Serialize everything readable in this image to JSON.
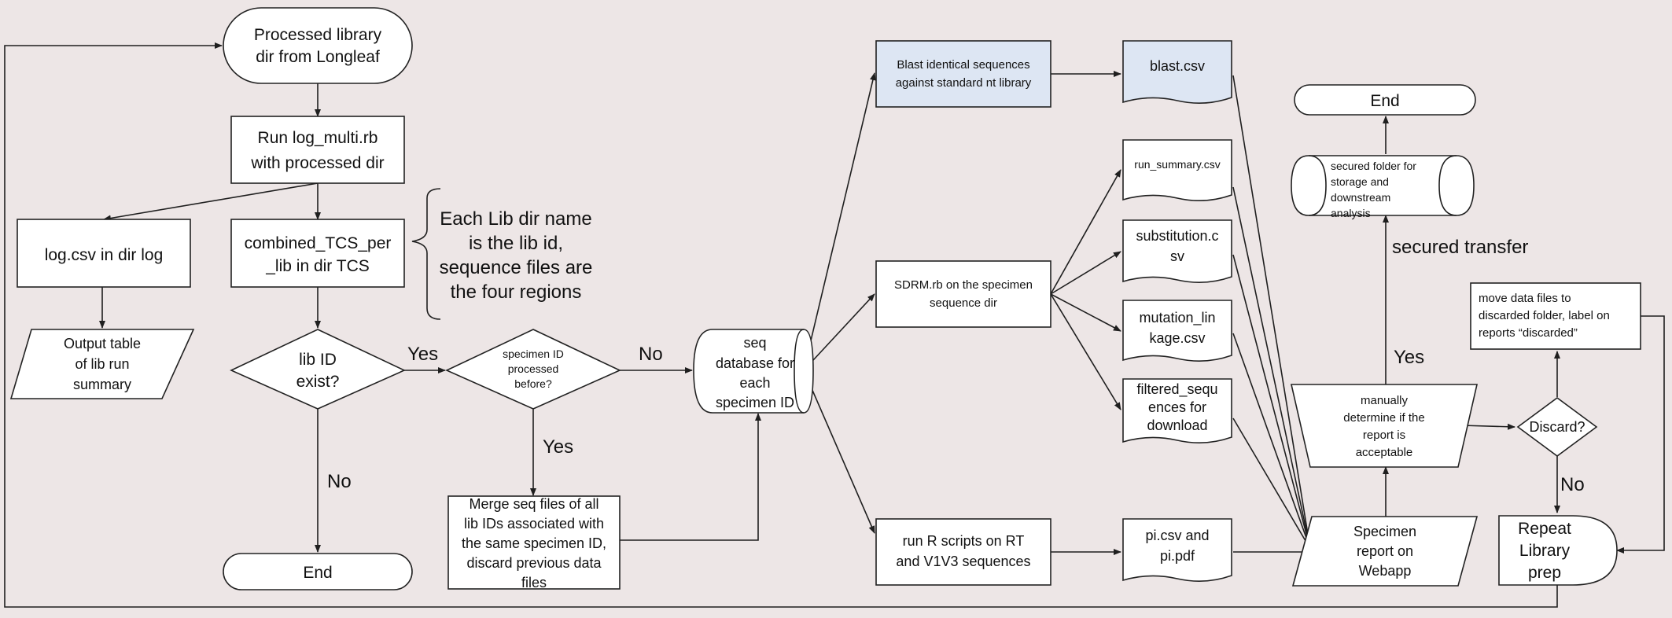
{
  "nodes": {
    "processed_dir": [
      "Processed library",
      "dir from Longleaf"
    ],
    "run_log_multi": [
      "Run log_multi.rb",
      "with processed dir"
    ],
    "log_csv": [
      "log.csv in dir log"
    ],
    "output_table": [
      "Output table",
      "of lib run",
      "summary"
    ],
    "combined_tcs": [
      "combined_TCS_per",
      "_lib in dir TCS"
    ],
    "lib_id_exist": [
      "lib ID",
      "exist?"
    ],
    "specimen_processed": [
      "specimen ID",
      "processed",
      "before?"
    ],
    "end_left": [
      "End"
    ],
    "merge_seq": [
      "Merge seq files of all",
      "lib IDs associated with",
      "the same specimen ID,",
      "discard previous data",
      "files"
    ],
    "seq_database": [
      "seq",
      "database for",
      "each",
      "specimen ID"
    ],
    "blast_identical": [
      "Blast identical sequences",
      "against standard nt library"
    ],
    "blast_csv": [
      "blast.csv"
    ],
    "sdrm": [
      "SDRM.rb on the specimen",
      "sequence dir"
    ],
    "run_r": [
      "run R scripts on RT",
      "and V1V3 sequences"
    ],
    "run_summary": [
      "run_summary.csv"
    ],
    "substitution": [
      "substitution.c",
      "sv"
    ],
    "mutation_linkage": [
      "mutation_lin",
      "kage.csv"
    ],
    "filtered_seq": [
      "filtered_sequ",
      "ences for",
      "download"
    ],
    "pi_csv": [
      "pi.csv and",
      "pi.pdf"
    ],
    "end_right": [
      "End"
    ],
    "secured_folder": [
      "secured folder for",
      "storage and",
      "downstream",
      "analysis"
    ],
    "manually_determine": [
      "manually",
      "determine if the",
      "report is",
      "acceptable"
    ],
    "specimen_report": [
      "Specimen",
      "report on",
      "Webapp"
    ],
    "move_data": [
      "move data files to",
      "discarded folder, label on",
      "reports “discarded”"
    ],
    "discard": [
      "Discard?"
    ],
    "repeat_prep": [
      "Repeat",
      "Library",
      "prep"
    ]
  },
  "annotation": [
    "Each Lib dir name",
    "is  the lib id,",
    "sequence files are",
    "the four regions"
  ],
  "edge_labels": {
    "yes_lib": "Yes",
    "no_lib": "No",
    "no_specimen": "No",
    "yes_specimen": "Yes",
    "secured_transfer": "secured transfer",
    "yes_accept": "Yes",
    "no_discard": "No"
  }
}
